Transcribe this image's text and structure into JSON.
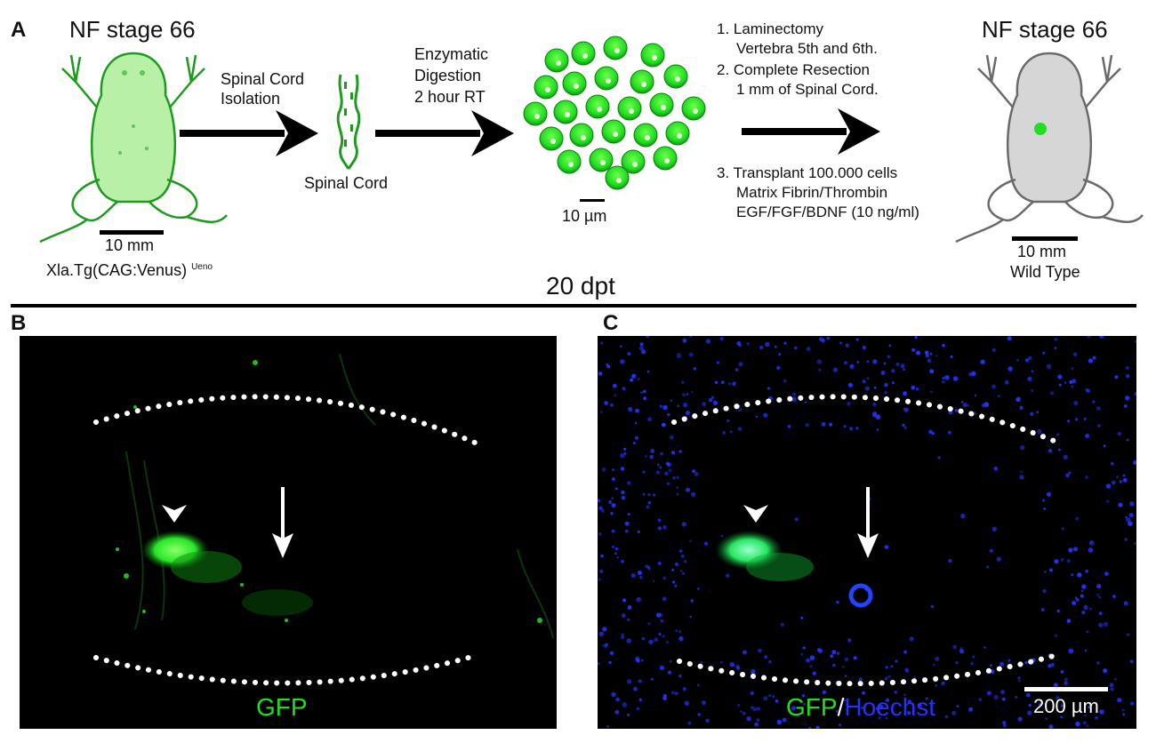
{
  "panels": {
    "a": "A",
    "b": "B",
    "c": "C"
  },
  "frog_left": {
    "title": "NF stage 66",
    "scale": "10 mm",
    "line_label": "Xla.Tg(CAG:Venus)",
    "line_sup": "Ueno"
  },
  "step1": {
    "label_line1": "Spinal Cord",
    "label_line2": "Isolation",
    "caption": "Spinal Cord"
  },
  "step2": {
    "label_line1": "Enzymatic",
    "label_line2": "Digestion",
    "label_line3": "2 hour RT",
    "scale": "10 µm"
  },
  "procedure": {
    "item1a": "1.  Laminectomy",
    "item1b": "Vertebra 5th and 6th.",
    "item2a": "2.  Complete Resection",
    "item2b": "1 mm of Spinal Cord.",
    "item3a": "3.  Transplant 100.000 cells",
    "item3b": "Matrix Fibrin/Thrombin",
    "item3c": "EGF/FGF/BDNF (10 ng/ml)"
  },
  "frog_right": {
    "title": "NF stage 66",
    "scale": "10 mm",
    "label": "Wild Type"
  },
  "timepoint": "20 dpt",
  "panel_b": {
    "label": "GFP"
  },
  "panel_c": {
    "label_gfp": "GFP",
    "label_sep": "/",
    "label_hoechst": "Hoechst",
    "scale": "200 µm"
  },
  "colors": {
    "gfp": "#22dd22",
    "hoechst": "#2233ff",
    "background": "#000000"
  }
}
